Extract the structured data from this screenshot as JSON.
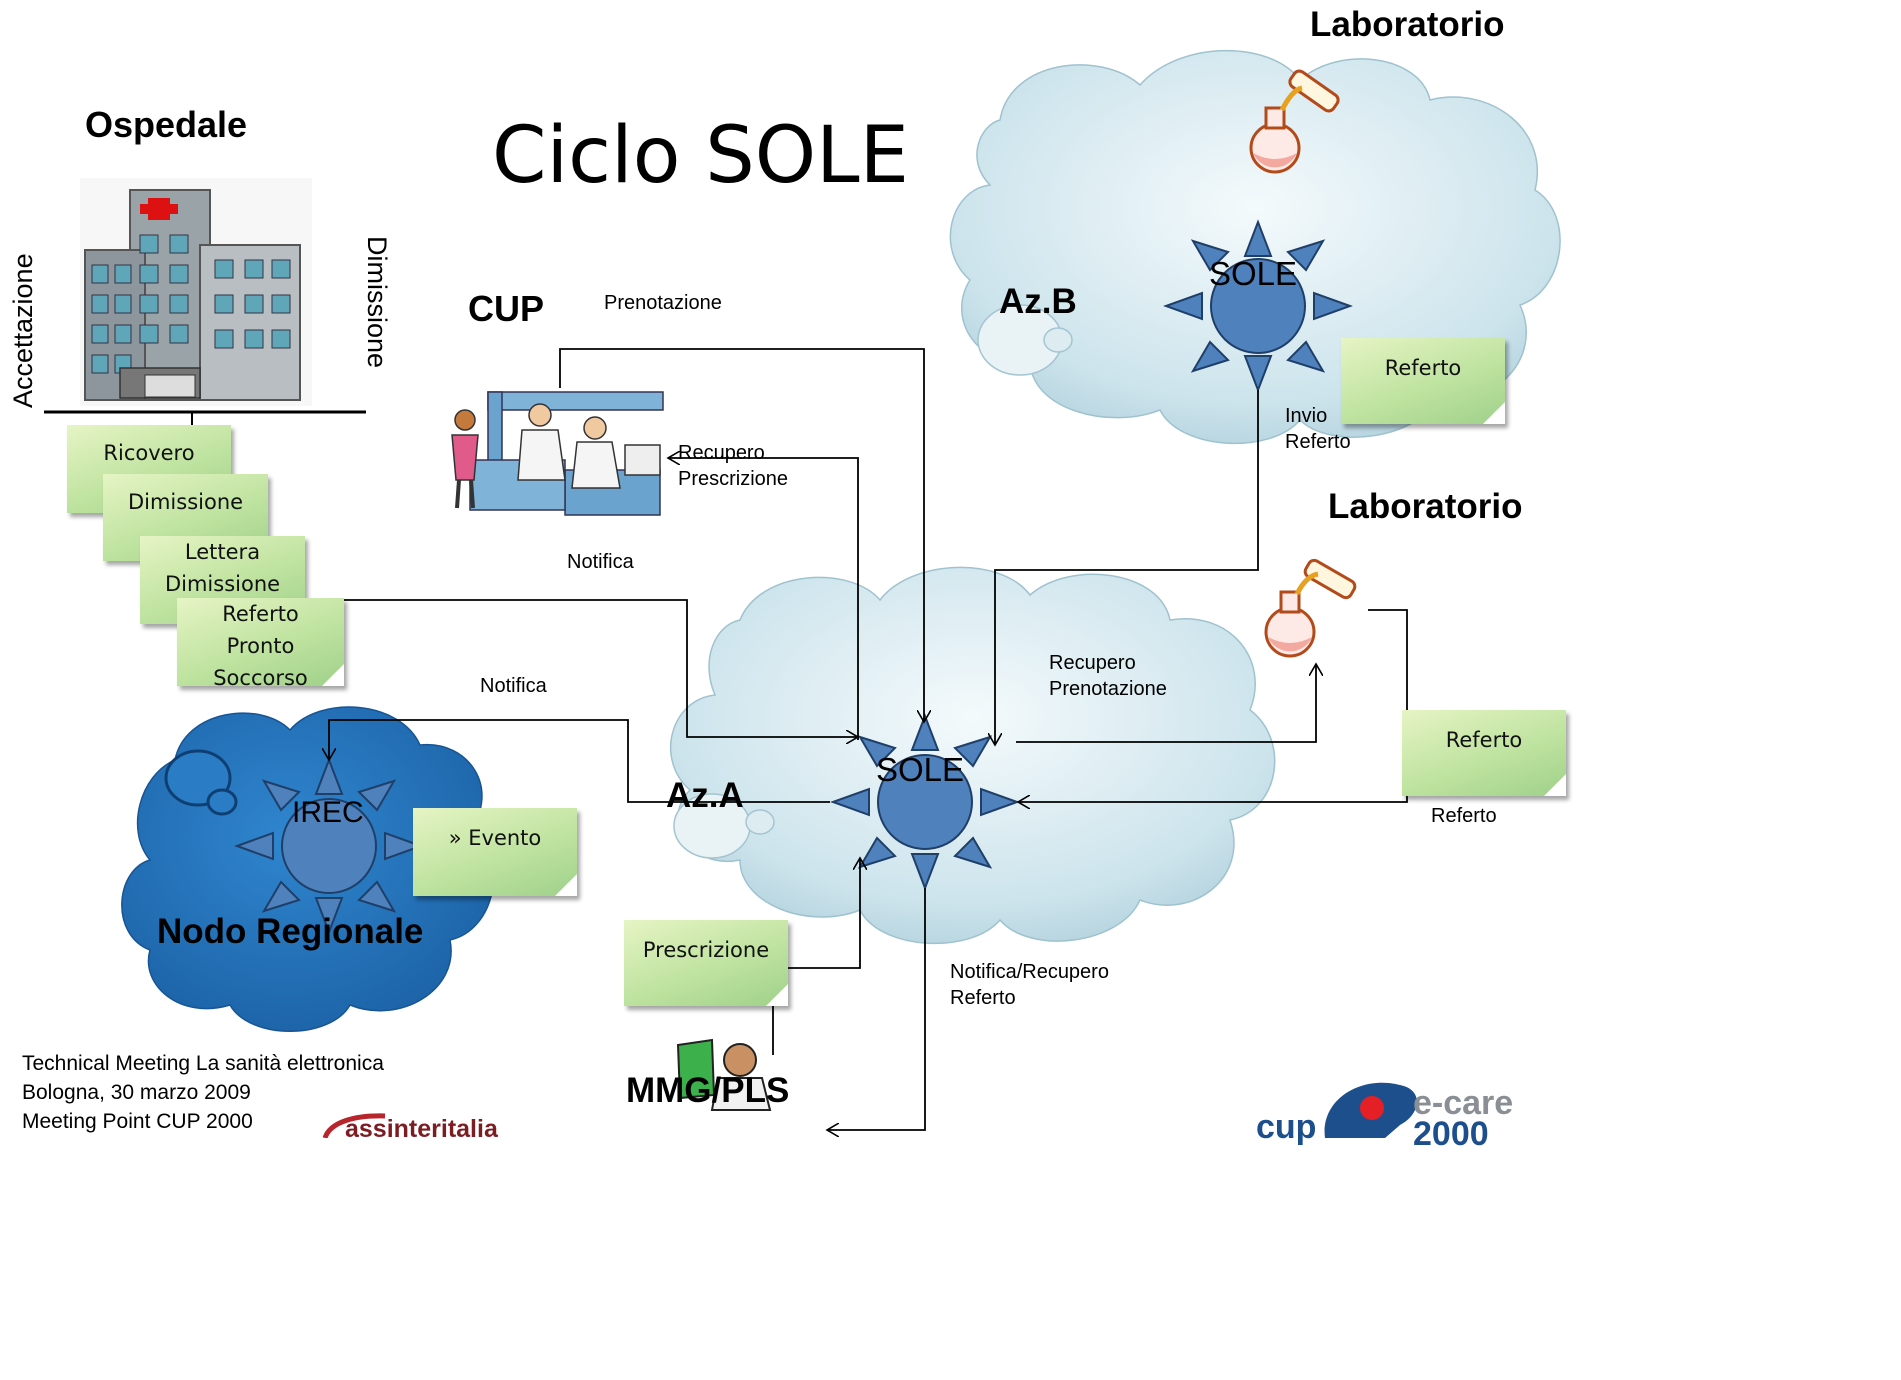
{
  "title": "Ciclo SOLE",
  "ospedale": {
    "title": "Ospedale",
    "side_left": "Accettazione",
    "side_right": "Dimissione",
    "notes": [
      "Ricovero",
      "Dimissione",
      "Lettera\nDimissione",
      "Referto\nPronto Soccorso"
    ]
  },
  "cup": {
    "title": "CUP",
    "prenotazione": "Prenotazione",
    "recupero": "Recupero\nPrescrizione",
    "notifica": "Notifica"
  },
  "az_b": {
    "label": "Az.B",
    "hub": "SOLE",
    "lab_title": "Laboratorio",
    "note": "Referto",
    "invio": "Invio\nReferto"
  },
  "az_a": {
    "label": "Az.A",
    "hub": "SOLE",
    "recupero": "Recupero\nPrenotazione",
    "notifica_recupero": "Notifica/Recupero\nReferto"
  },
  "lab_a": {
    "title": "Laboratorio",
    "note": "Referto",
    "referto_label": "Referto"
  },
  "nodo": {
    "hub": "IREC",
    "label": "Nodo Regionale",
    "notifica": "Notifica",
    "note": "» Evento"
  },
  "mmg": {
    "label": "MMG/PLS",
    "note": "Prescrizione"
  },
  "footer": {
    "lines": [
      "Technical Meeting La sanità elettronica",
      "Bologna, 30 marzo 2009",
      "Meeting Point CUP 2000"
    ],
    "logo_assinter": "assinteritalia",
    "logo_cup_a": "cup",
    "logo_cup_b": "e-care",
    "logo_cup_c": "2000"
  },
  "colors": {
    "cloud_light": "#cfe6ee",
    "cloud_dark": "#1f6db4",
    "hub": "#4f81bd",
    "note_green": "#bfe3a0"
  }
}
